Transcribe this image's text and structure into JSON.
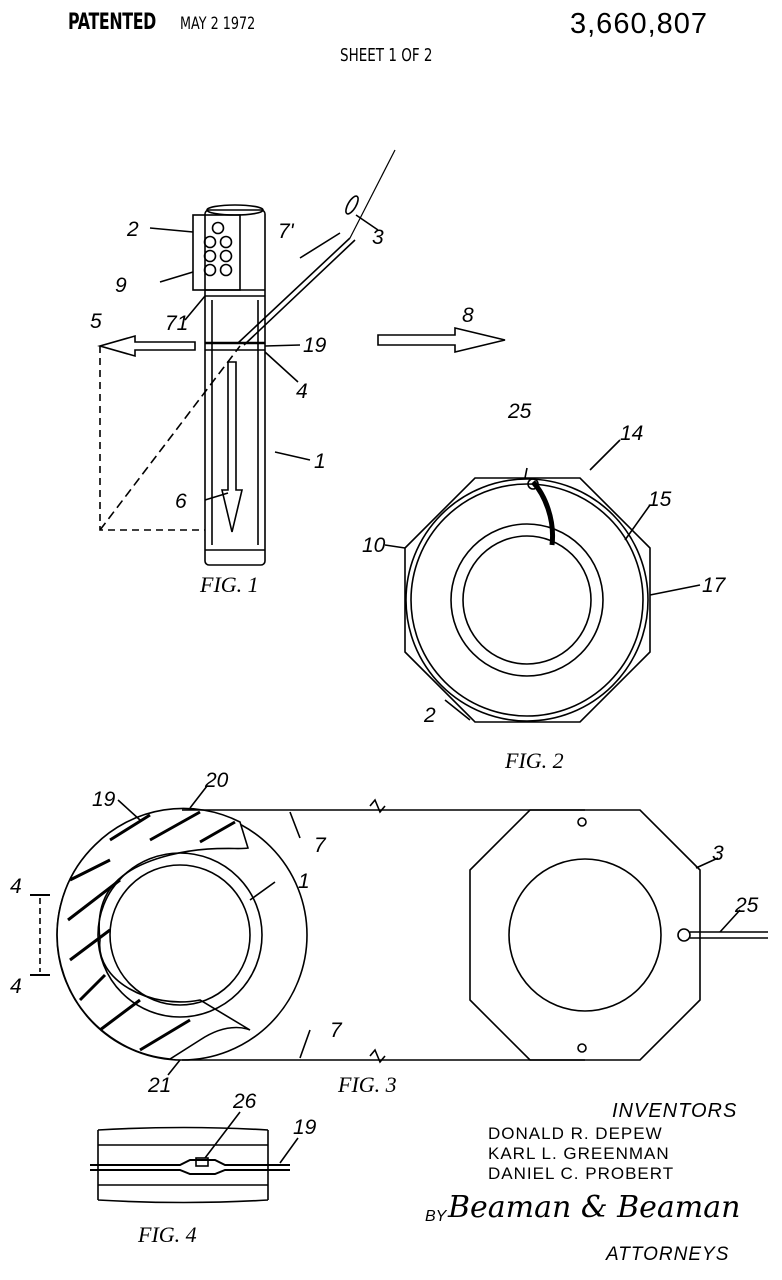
{
  "header": {
    "patented": "PATENTED",
    "date": "MAY 2 1972",
    "patent_number": "3,660,807",
    "sheet": "SHEET 1 OF 2"
  },
  "figures": {
    "fig1": {
      "caption": "FIG. 1",
      "labels": [
        "2",
        "9",
        "71",
        "5",
        "7'",
        "3",
        "8",
        "19",
        "4",
        "1",
        "6"
      ]
    },
    "fig2": {
      "caption": "FIG. 2",
      "labels": [
        "25",
        "14",
        "15",
        "17",
        "10",
        "2"
      ]
    },
    "fig3": {
      "caption": "FIG. 3",
      "labels": [
        "19",
        "20",
        "7",
        "7",
        "1",
        "21",
        "4",
        "4",
        "25",
        "3"
      ]
    },
    "fig4": {
      "caption": "FIG. 4",
      "labels": [
        "26",
        "19"
      ]
    }
  },
  "inventors": {
    "heading": "INVENTORS",
    "names": [
      "DONALD R. DEPEW",
      "KARL L. GREENMAN",
      "DANIEL C. PROBERT"
    ]
  },
  "attorneys": {
    "by": "BY",
    "signature": "Beaman & Beaman",
    "label": "ATTORNEYS"
  }
}
